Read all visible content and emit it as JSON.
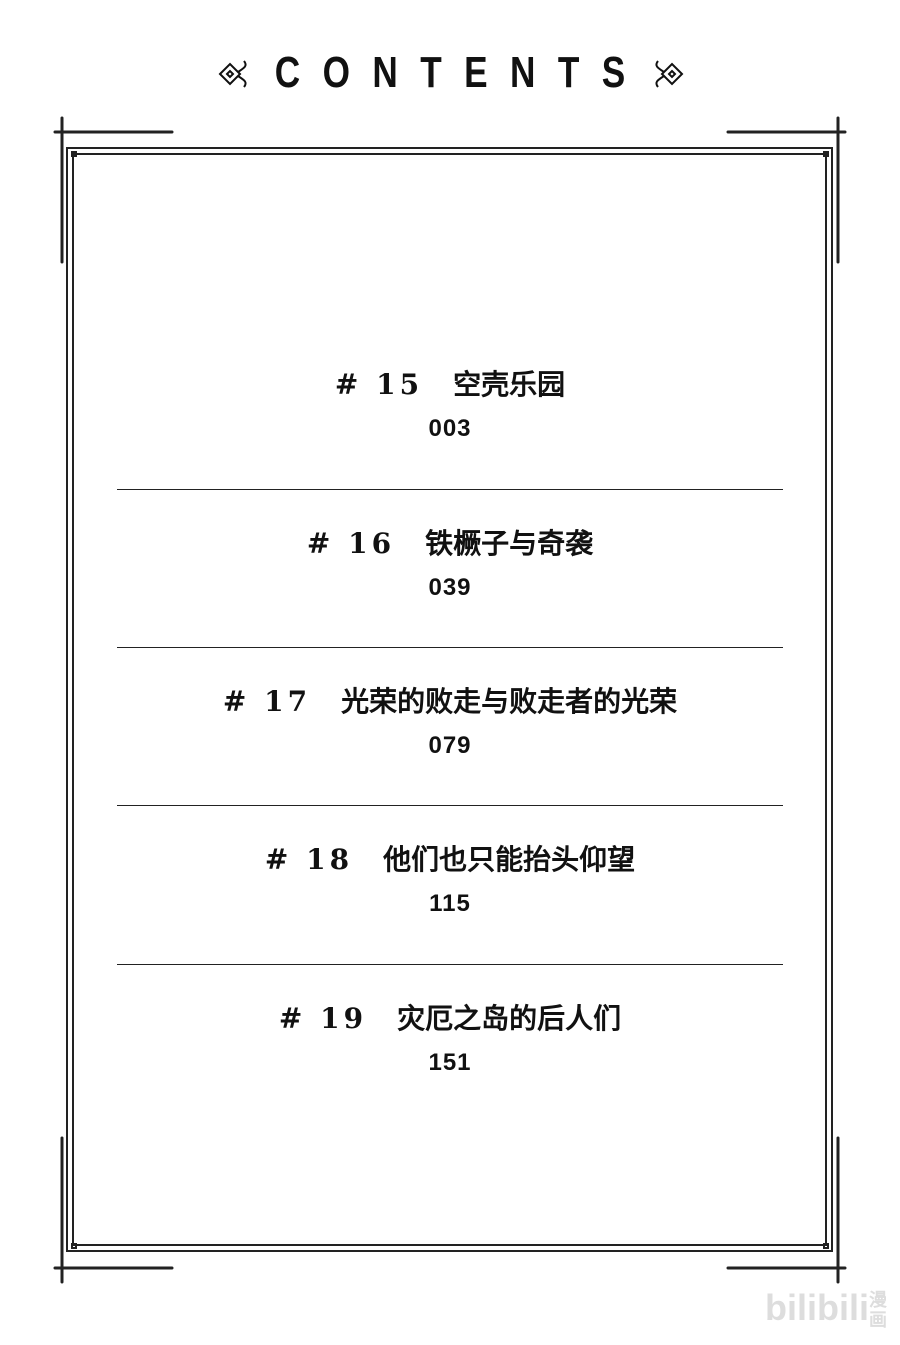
{
  "header": {
    "title": "CONTENTS"
  },
  "entries": [
    {
      "number": "# 15",
      "title": "空壳乐园",
      "page": "003"
    },
    {
      "number": "# 16",
      "title": "铁橛子与奇袭",
      "page": "039"
    },
    {
      "number": "# 17",
      "title": "光荣的败走与败走者的光荣",
      "page": "079"
    },
    {
      "number": "# 18",
      "title": "他们也只能抬头仰望",
      "page": "115"
    },
    {
      "number": "# 19",
      "title": "灾厄之岛的后人们",
      "page": "151"
    }
  ],
  "watermark": {
    "brand": "bilibili",
    "cn": "漫画"
  }
}
